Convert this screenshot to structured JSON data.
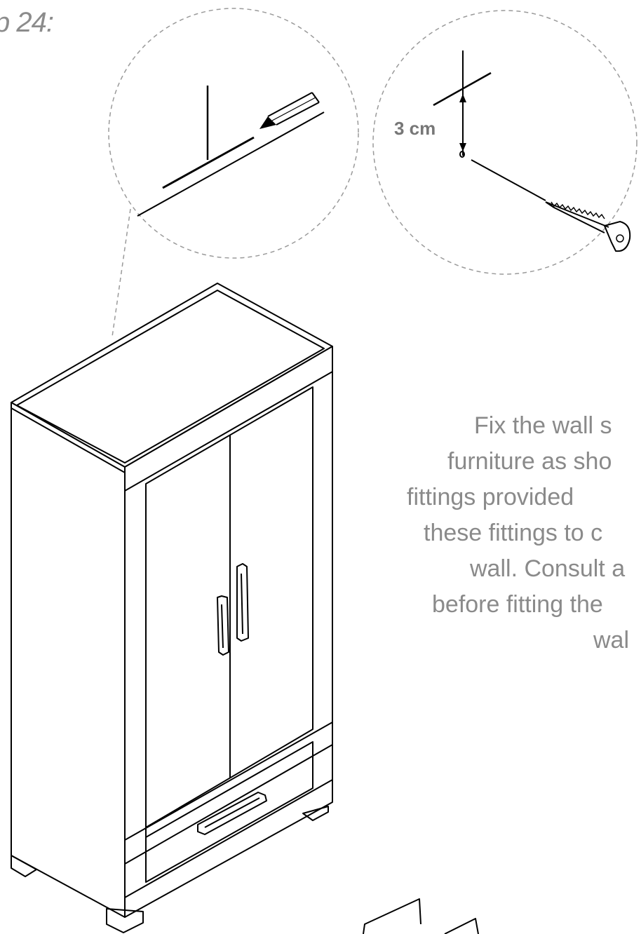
{
  "step": {
    "label": "p 24:"
  },
  "callout_measurement": {
    "label": "3 cm"
  },
  "instructions": {
    "lines": [
      {
        "text": "Fix the wall s",
        "indent": 116
      },
      {
        "text": "furniture as sho",
        "indent": 78
      },
      {
        "text": "fittings provided",
        "indent": 20
      },
      {
        "text": "these fittings to c",
        "indent": 44
      },
      {
        "text": "wall. Consult a",
        "indent": 110
      },
      {
        "text": "before fitting the",
        "indent": 56
      },
      {
        "text": "wal",
        "indent": 286
      }
    ]
  },
  "icons": {
    "pencil": "pencil-icon",
    "screw": "screw-icon",
    "wardrobe": "wardrobe-illustration"
  },
  "colors": {
    "line": "#000000",
    "text_gray": "#8a8a8a",
    "dashed": "#9a9a9a"
  }
}
